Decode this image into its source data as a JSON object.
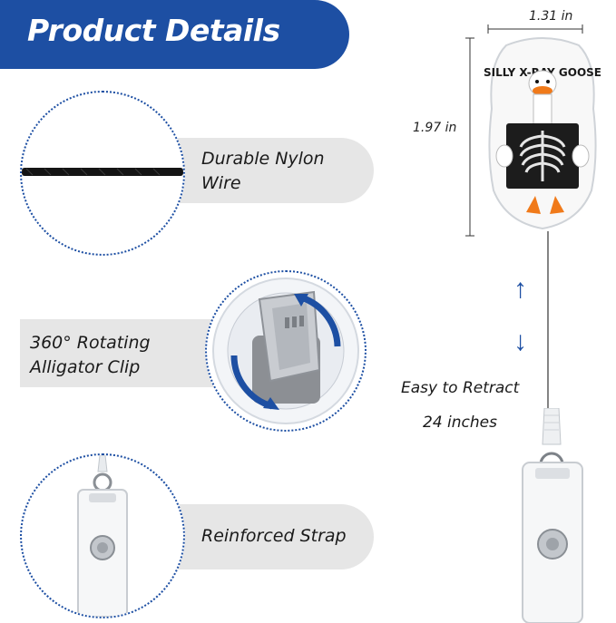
{
  "header": {
    "title": "Product Details"
  },
  "features": [
    {
      "label_line1": "Durable Nylon",
      "label_line2": "Wire"
    },
    {
      "label_line1": "360° Rotating",
      "label_line2": "Alligator Clip"
    },
    {
      "label": "Reinforced Strap"
    }
  ],
  "dimensions": {
    "width": "1.31 in",
    "height": "1.97 in"
  },
  "badge": {
    "text": "SILLY X-RAY GOOSE"
  },
  "retract": {
    "line1": "Easy to Retract",
    "line2": "24 inches"
  },
  "colors": {
    "brand_blue": "#1d4fa3",
    "pill_gray": "#e6e6e6",
    "goose_orange": "#f07a1a"
  },
  "icons": [
    "arrow-up-icon",
    "arrow-down-icon",
    "rotate-arrow-icon"
  ]
}
